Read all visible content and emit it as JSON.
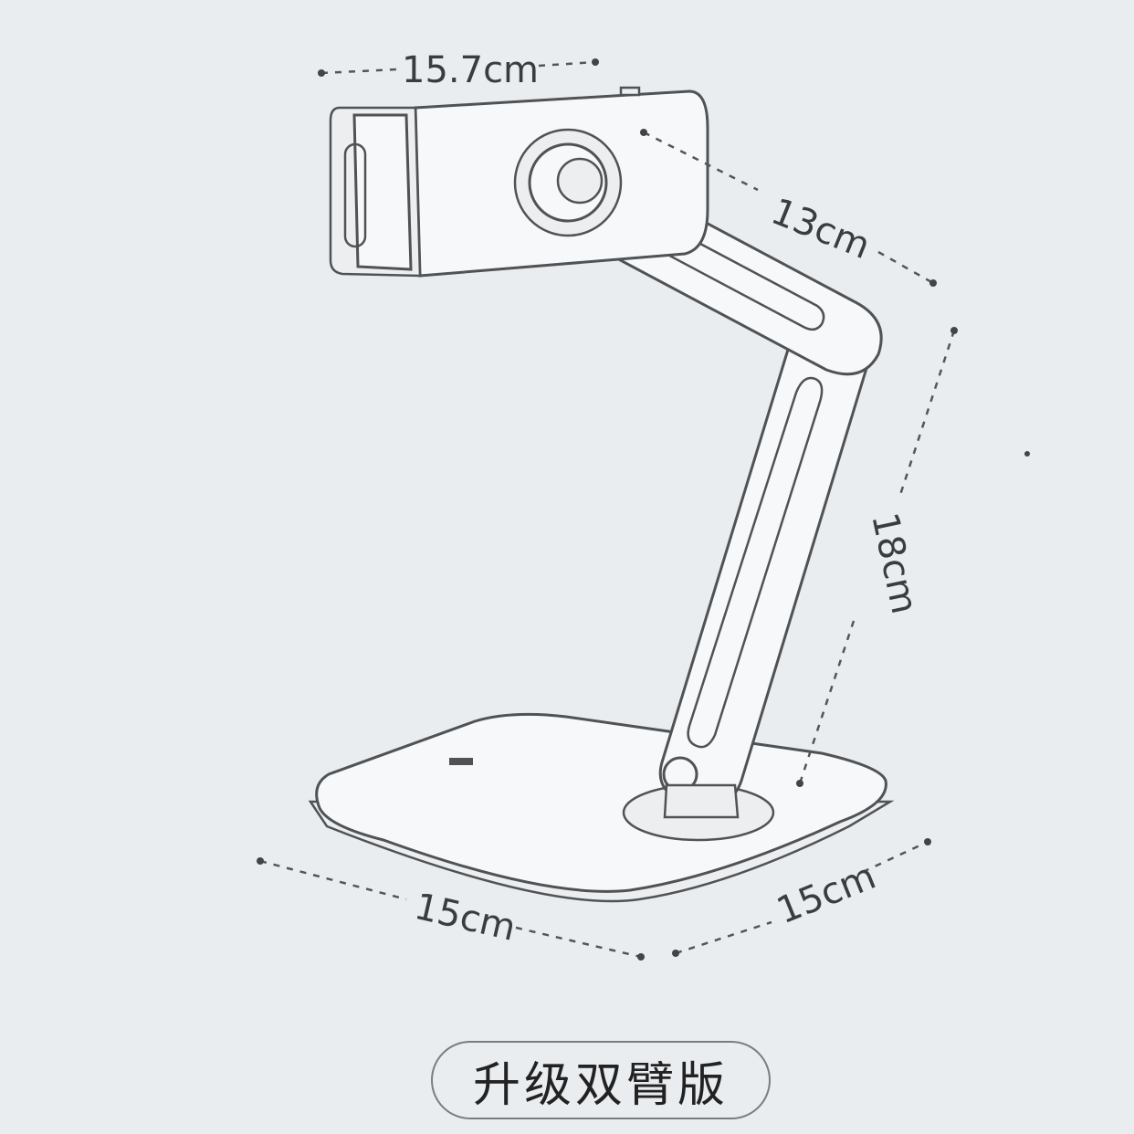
{
  "dimensions": {
    "holder_width": "15.7cm",
    "upper_arm": "13cm",
    "lower_arm": "18cm",
    "base_width": "15cm",
    "base_depth": "15cm"
  },
  "badge": {
    "label": "升级双臂版"
  },
  "colors": {
    "background": "#eaedf0",
    "line": "#505356",
    "text": "#3a3d40"
  }
}
